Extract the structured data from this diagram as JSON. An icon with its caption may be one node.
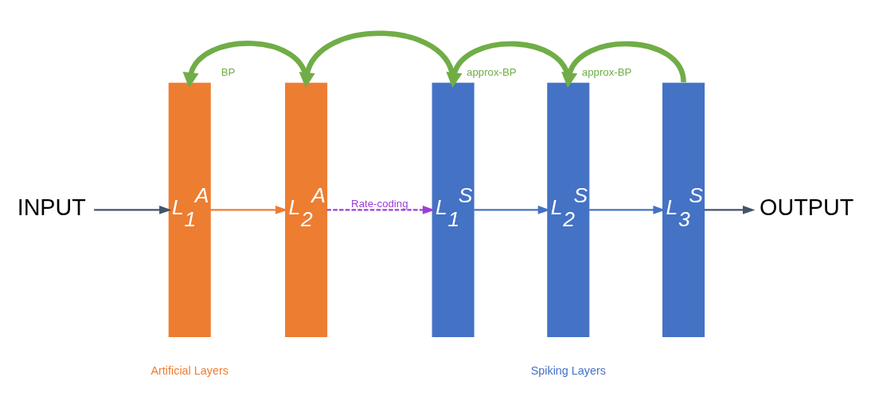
{
  "diagram": {
    "nodes": [
      {
        "text": [
          "INPUT"
        ]
      },
      {
        "text": [
          "L$_{1}$$^{A}$"
        ]
      },
      {
        "text": [
          "L$_{2}$$^{A}$"
        ]
      },
      {
        "text": [
          "L$_{1}$$^{S}$"
        ]
      },
      {
        "text": [
          "L$_{2}$$^{S}$"
        ]
      },
      {
        "text": [
          "L$_{3}$$^{S}$"
        ]
      },
      {
        "text": [
          "OUTPUT"
        ]
      }
    ],
    "edges": [
      {
        "from": 0,
        "to": 1,
        "arrow": "to",
        "color": "#44546a"
      },
      {
        "from": 1,
        "to": 2,
        "arrow": "to",
        "color": "#ed7d31"
      },
      {
        "from": 2,
        "to": 3,
        "arrow": "to",
        "label": "Rate-coding",
        "style": "dashed",
        "color": "#9b3fd6"
      },
      {
        "from": 3,
        "to": 4,
        "arrow": "to",
        "color": "#4472c4"
      },
      {
        "from": 4,
        "to": 5,
        "arrow": "to",
        "color": "#4472c4"
      },
      {
        "from": 5,
        "to": 6,
        "arrow": "to",
        "color": "#44546a"
      },
      {
        "from": 2,
        "to": 1,
        "arrow": "to",
        "label": "BP",
        "style": "thick",
        "color": "#70ad47"
      },
      {
        "from": 3,
        "to": 2,
        "arrow": "to",
        "style": "thick",
        "color": "#70ad47"
      },
      {
        "from": 4,
        "to": 3,
        "arrow": "to",
        "label": "approx-BP",
        "style": "thick",
        "color": "#70ad47"
      },
      {
        "from": 5,
        "to": 4,
        "arrow": "to",
        "label": "approx-BP",
        "style": "thick",
        "color": "#70ad47"
      }
    ],
    "labels": [
      "Artificial Layers",
      "Spiking Layers"
    ]
  }
}
